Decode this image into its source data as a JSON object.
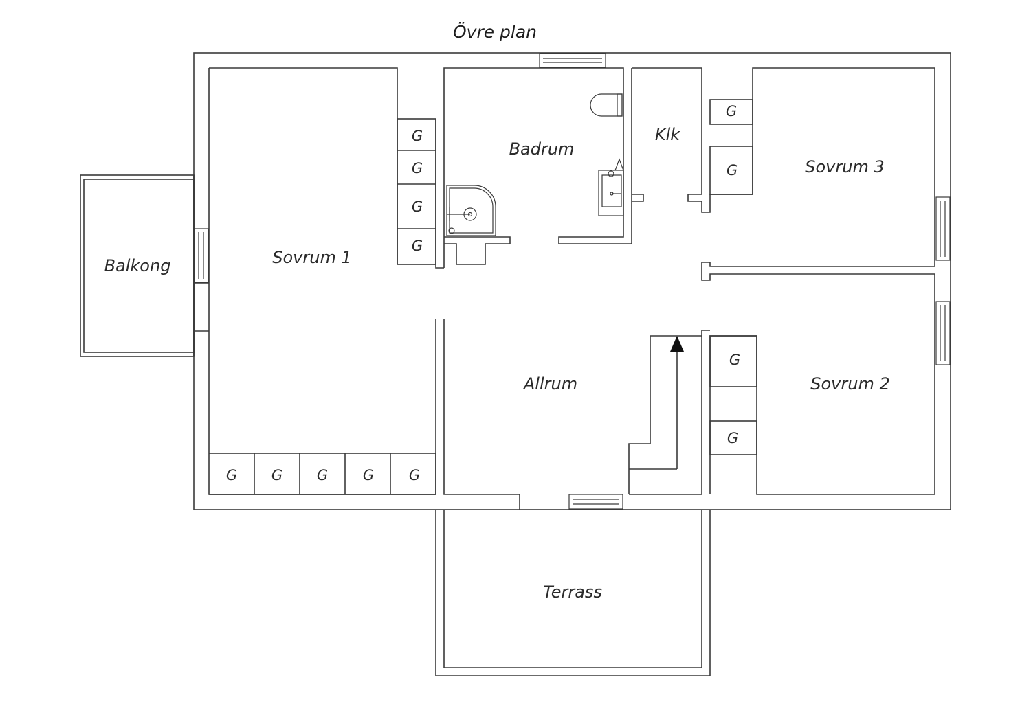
{
  "plan": {
    "title": "Övre plan",
    "rooms": {
      "sovrum1": "Sovrum 1",
      "badrum": "Badrum",
      "klk": "Klk",
      "sovrum3": "Sovrum 3",
      "balkong": "Balkong",
      "allrum": "Allrum",
      "sovrum2": "Sovrum 2",
      "terrass": "Terrass"
    },
    "wardrobe_label": "G",
    "colors": {
      "line": "#3a3a3a",
      "text": "#2b2b2b",
      "background": "#ffffff"
    }
  }
}
